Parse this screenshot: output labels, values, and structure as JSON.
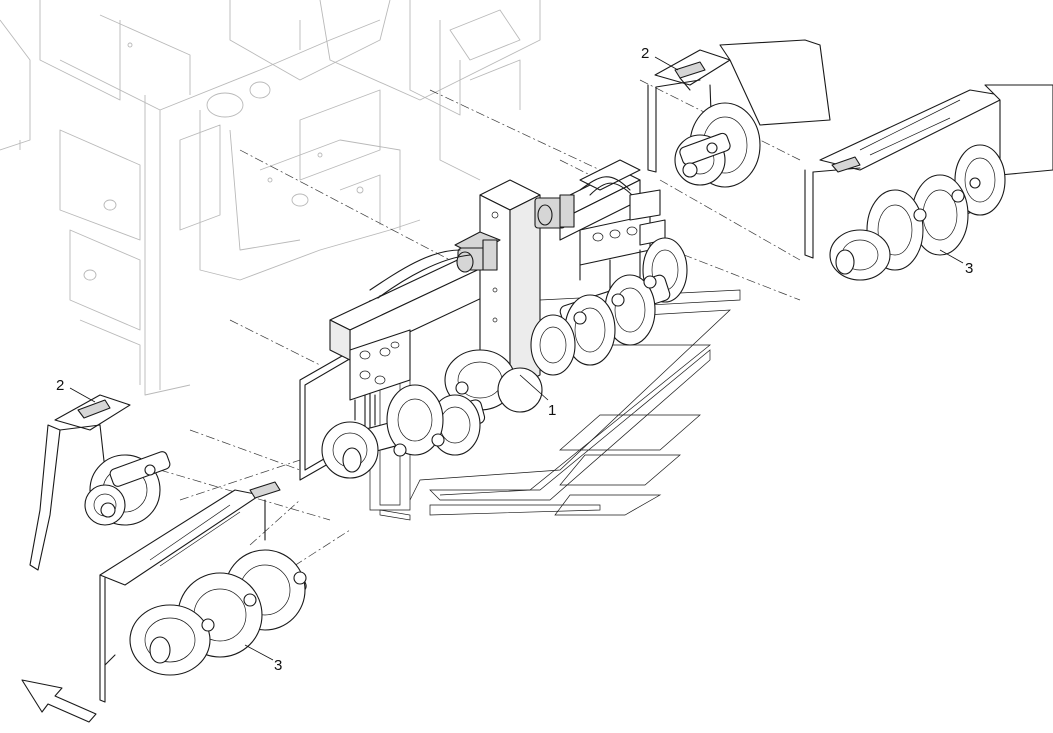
{
  "callouts": {
    "c1": "1",
    "c2_top": "2",
    "c2_left": "2",
    "c3_right": "3",
    "c3_bottom": "3"
  },
  "colors": {
    "line": "#1a1a1a",
    "ghost_machine": "#b9b9b9",
    "part_fill": "#d6d6d6",
    "background": "#ffffff"
  },
  "icons": {
    "direction_arrow": "arrow-outline-icon"
  }
}
